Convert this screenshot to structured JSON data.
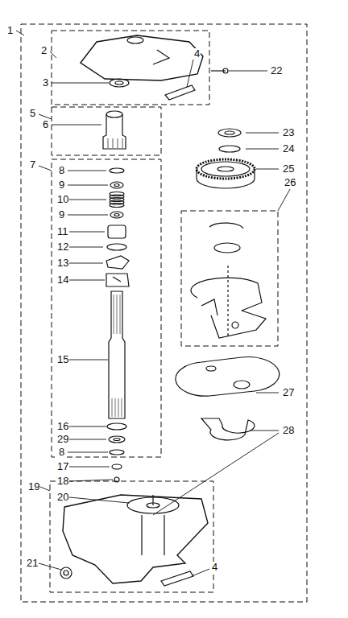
{
  "diagram": {
    "labels": [
      "1",
      "2",
      "3",
      "4",
      "22",
      "5",
      "6",
      "7",
      "8",
      "9",
      "10",
      "9",
      "11",
      "12",
      "13",
      "14",
      "15",
      "16",
      "29",
      "8",
      "17",
      "18",
      "19",
      "20",
      "21",
      "4",
      "23",
      "24",
      "25",
      "26",
      "27",
      "28"
    ]
  }
}
